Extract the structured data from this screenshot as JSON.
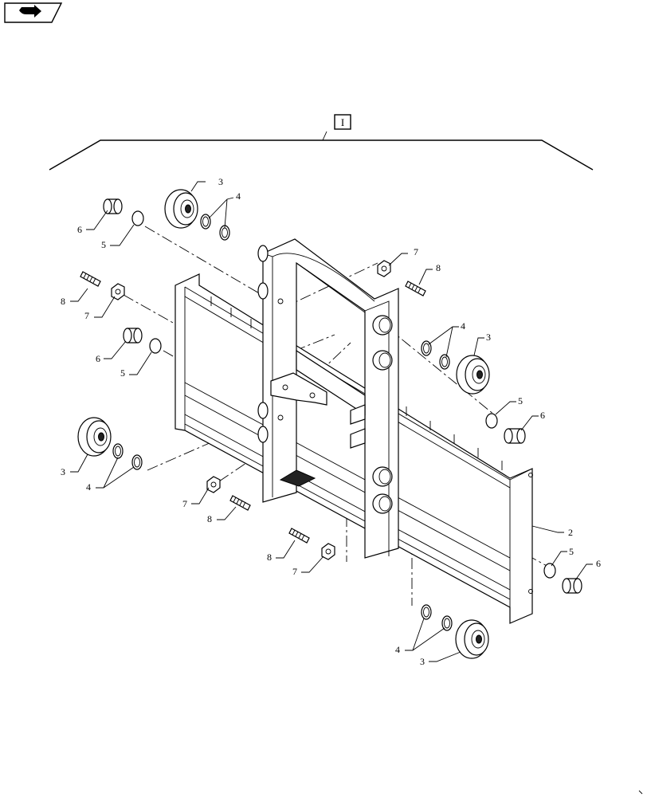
{
  "frame_label": "I",
  "callouts": [
    {
      "key": "c3a",
      "text": "3"
    },
    {
      "key": "c4a",
      "text": "4"
    },
    {
      "key": "c6a",
      "text": "6"
    },
    {
      "key": "c5a",
      "text": "5"
    },
    {
      "key": "c7a",
      "text": "7"
    },
    {
      "key": "c8a",
      "text": "8"
    },
    {
      "key": "c8b",
      "text": "8"
    },
    {
      "key": "c7b",
      "text": "7"
    },
    {
      "key": "c6b",
      "text": "6"
    },
    {
      "key": "c5b",
      "text": "5"
    },
    {
      "key": "c4b",
      "text": "4"
    },
    {
      "key": "c3b",
      "text": "3"
    },
    {
      "key": "c5c",
      "text": "5"
    },
    {
      "key": "c6c",
      "text": "6"
    },
    {
      "key": "c3c",
      "text": "3"
    },
    {
      "key": "c4c",
      "text": "4"
    },
    {
      "key": "c7c",
      "text": "7"
    },
    {
      "key": "c8c",
      "text": "8"
    },
    {
      "key": "c8d",
      "text": "8"
    },
    {
      "key": "c7d",
      "text": "7"
    },
    {
      "key": "c2",
      "text": "2"
    },
    {
      "key": "c5d",
      "text": "5"
    },
    {
      "key": "c6d",
      "text": "6"
    },
    {
      "key": "c4d",
      "text": "4"
    },
    {
      "key": "c3d",
      "text": "3"
    }
  ],
  "icons": {
    "nav": "return-arrow-icon"
  }
}
